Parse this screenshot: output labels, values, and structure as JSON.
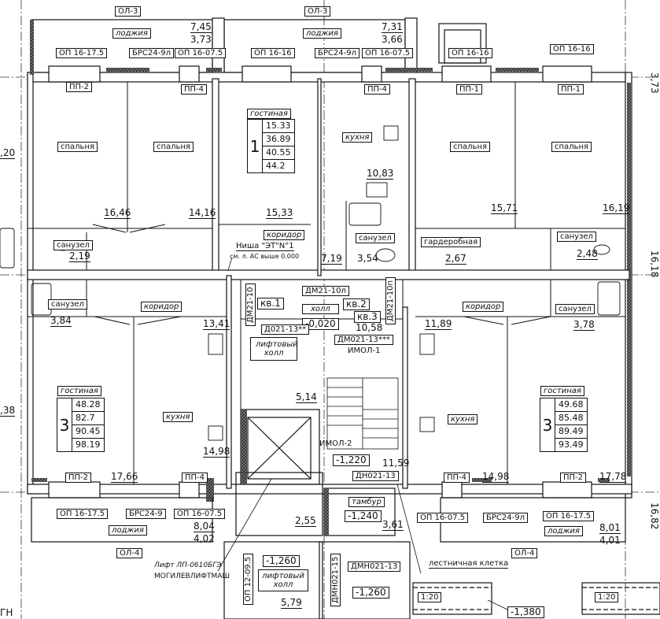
{
  "top": {
    "ol3_left": "ОЛ-3",
    "ol3_mid": "ОЛ-3",
    "loggia_left": "лоджия",
    "loggia_mid": "лоджия",
    "area_l1": "7,45",
    "area_l2": "3,73",
    "area_m1": "7,31",
    "area_m2": "3,66",
    "op1": "ОП 16-17.5",
    "brs1": "БРС24-9л",
    "op2": "ОП 16-07.5",
    "op3": "ОП 16-16",
    "brs2": "БРС24-9л",
    "op4": "ОП 16-07.5",
    "op5": "ОП 16-16",
    "op6": "ОП 16-16",
    "pp1": "ПП-2",
    "pp2": "ПП-4",
    "pp3": "ПП-4",
    "pp4": "ПП-1",
    "pp5": "ПП-1",
    "dim_right": "3,73"
  },
  "apt1": {
    "bedroom1": "спальня",
    "bedroom2": "спальня",
    "area_bed1": "16,46",
    "area_bed2": "14,16",
    "bath": "санузел",
    "area_bath": "2,19",
    "far_left_area": ",20"
  },
  "apt_center": {
    "living": "гостиная",
    "num": "1",
    "summary": [
      "15.33",
      "36.89",
      "40.55",
      "44.2"
    ],
    "kitchen": "кухня",
    "area_kitchen": "10,83",
    "area_living": "15,33",
    "corridor": "коридор",
    "niche": "Ниша \"ЭТ\"N°1",
    "niche_note": "см. л. АС выше 0.000",
    "area_corridor": "7,19",
    "bath": "санузел",
    "area_bath": "3,54"
  },
  "apt2": {
    "bedroom1": "спальня",
    "bedroom2": "спальня",
    "area_bed1": "15,71",
    "area_bed2": "16,19",
    "wardrobe": "гардеробная",
    "area_wardrobe": "2,67",
    "bath": "санузел",
    "area_bath": "2,48",
    "dim_right": "16,18"
  },
  "hall": {
    "dm_left": "ДМ21-10",
    "kv1": "кв.1",
    "dm_top": "ДМ21-10л",
    "kv2": "кв.2",
    "hall": "холл",
    "level": "-0,020",
    "kv3": "кв.3",
    "dm_right": "ДМ21-10п",
    "door_left": "Д021-13**",
    "area_hall": "10,58",
    "door_stair": "ДМ021-13***",
    "imol1": "ИМОЛ-1",
    "lift_hall": "лифтовый холл",
    "area_lift": "5,14",
    "imol2": "ИМОЛ-2",
    "level2": "-1,220",
    "area_stair": "11,59",
    "dn": "ДН021-13",
    "vestibule": "тамбур",
    "level3": "-1,240",
    "area_255": "2,55",
    "area_361": "3,61"
  },
  "apt3": {
    "bath": "санузел",
    "area_bath": "3,84",
    "corridor": "коридор",
    "area_corridor": "13,41",
    "living": "гостиная",
    "num": "3",
    "summary": [
      "48.28",
      "82.7",
      "90.45",
      "98.19"
    ],
    "kitchen": "кухня",
    "area_kitchen": "14,98",
    "area_living": "17,66",
    "far_left_area": ",38",
    "pp1": "ПП-2",
    "pp2": "ПП-4",
    "op1": "ОП 16-17.5",
    "brs": "БРС24-9",
    "op2": "ОП 16-07.5",
    "area_l1": "8,04",
    "area_l2": "4,02",
    "loggia": "лоджия",
    "ol": "ОЛ-4"
  },
  "apt4": {
    "bath": "санузел",
    "area_bath": "3,78",
    "corridor": "коридор",
    "area_corridor": "11,89",
    "living": "гостиная",
    "num": "3",
    "summary": [
      "49.68",
      "85.48",
      "89.49",
      "93.49"
    ],
    "kitchen": "кухня",
    "area_kitchen": "14,98",
    "area_living": "17,78",
    "pp1": "ПП-4",
    "pp2": "ПП-2",
    "op1": "ОП 16-07.5",
    "brs": "БРС24-9л",
    "op2": "ОП 16-17.5",
    "area_l1": "8,01",
    "area_l2": "4,01",
    "loggia": "лоджия",
    "ol": "ОЛ-4",
    "dim_right": "16,82"
  },
  "bottom": {
    "lift_model": "Лифт ЛП-0610БГЭ",
    "lift_maker": "МОГИЛЕВЛИФТМАШ",
    "level_a": "-1,260",
    "op": "ОП 12-09.5",
    "lift_hall": "лифтовый холл",
    "area_lift_hall": "5,79",
    "dmn15": "ДМН021-15",
    "dmn13": "ДМН021-13",
    "stair": "лестничная клетка",
    "level_b": "-1,260",
    "slope1": "1:20",
    "slope2": "1:20",
    "level_c": "-1,380",
    "gn": "ГН"
  }
}
